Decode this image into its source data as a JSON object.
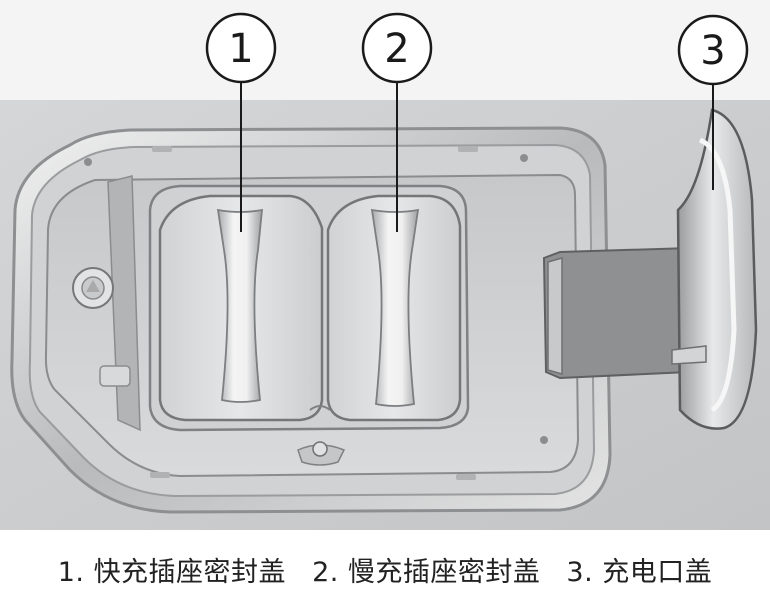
{
  "callouts": [
    {
      "number": "1"
    },
    {
      "number": "2"
    },
    {
      "number": "3"
    }
  ],
  "caption": [
    {
      "number": "1.",
      "text": "快充插座密封盖"
    },
    {
      "number": "2.",
      "text": "慢充插座密封盖"
    },
    {
      "number": "3.",
      "text": "充电口盖"
    }
  ]
}
